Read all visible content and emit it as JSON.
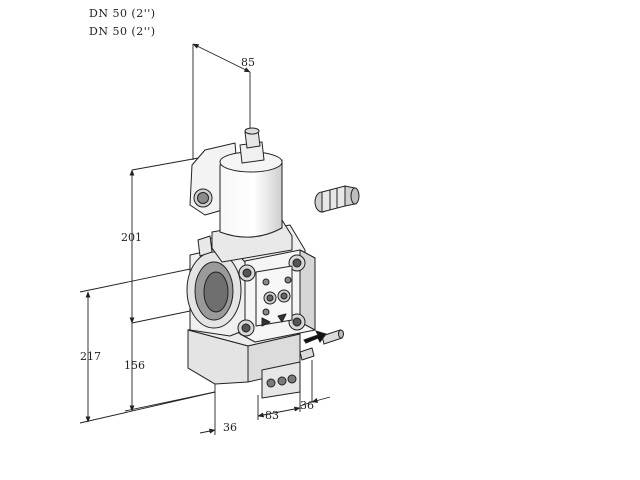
{
  "titles": [
    "DN 50 (2'')",
    "DN 50 (2'')"
  ],
  "dimensions": {
    "top_width": "85",
    "height_upper": "201",
    "height_total": "217",
    "height_lower": "156",
    "bottom_left": "36",
    "bottom_mid": "83",
    "bottom_right": "36"
  },
  "colors": {
    "line": "#222222",
    "body_light": "#f2f2f2",
    "body_mid": "#d9d9d9",
    "body_dark": "#9a9a9a"
  }
}
